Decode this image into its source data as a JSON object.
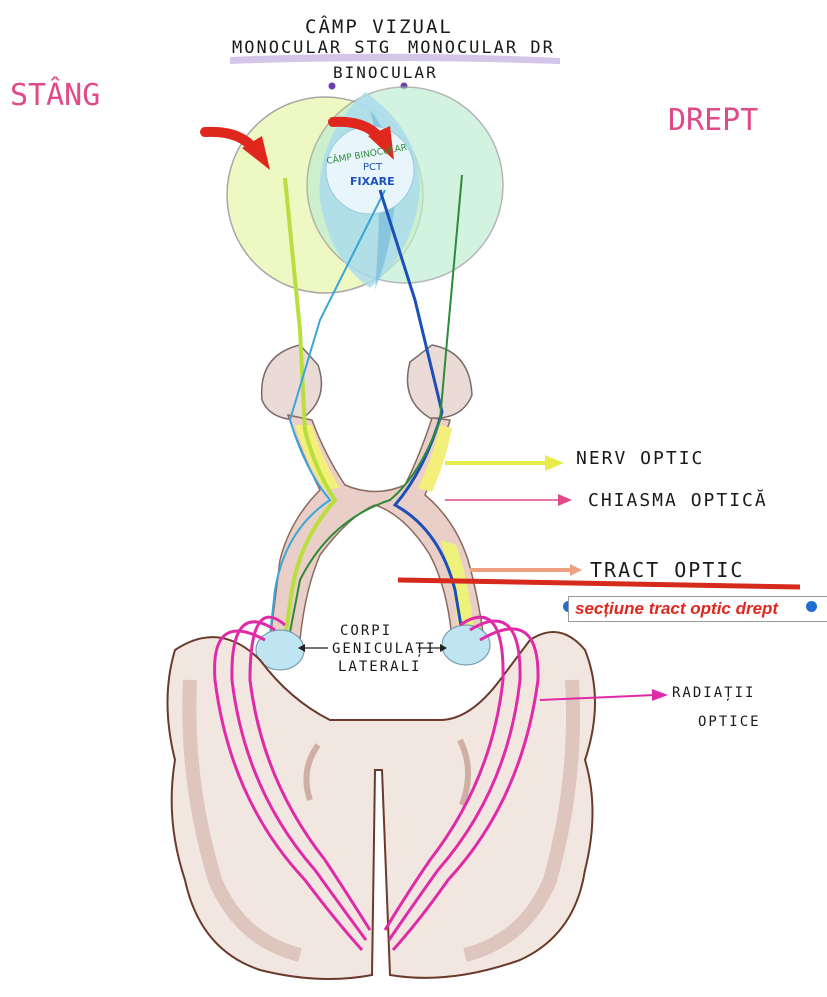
{
  "header": {
    "title": "CÂMP VIZUAL",
    "monocular_left": "MONOCULAR STG",
    "monocular_right": "MONOCULAR DR",
    "binocular": "BINOCULAR"
  },
  "side_labels": {
    "left": "STÂNG",
    "right": "DREPT"
  },
  "center_labels": {
    "camp_binocular": "CÂMP BINOCULAR",
    "pct_fixare_1": "PCT",
    "pct_fixare_2": "FIXARE"
  },
  "structures": {
    "nerv_optic": "NERV OPTIC",
    "chiasma_optica": "CHIASMA OPTICĂ",
    "tract_optic": "TRACT OPTIC",
    "corpi_1": "CORPI",
    "corpi_2": "GENICULAȚI",
    "corpi_3": "LATERALI",
    "radiatii_1": "RADIAȚII",
    "radiatii_2": "OPTICE"
  },
  "annotation": {
    "section": "secțiune tract optic drept"
  },
  "colors": {
    "pink_label": "#e04a8a",
    "red_arrow": "#e0271e",
    "blue_line": "#1d4fb8",
    "green_line": "#2e8b3a",
    "yellow_green": "#c8e64a",
    "magenta": "#e02aa8",
    "brown": "#8a4a3a"
  }
}
